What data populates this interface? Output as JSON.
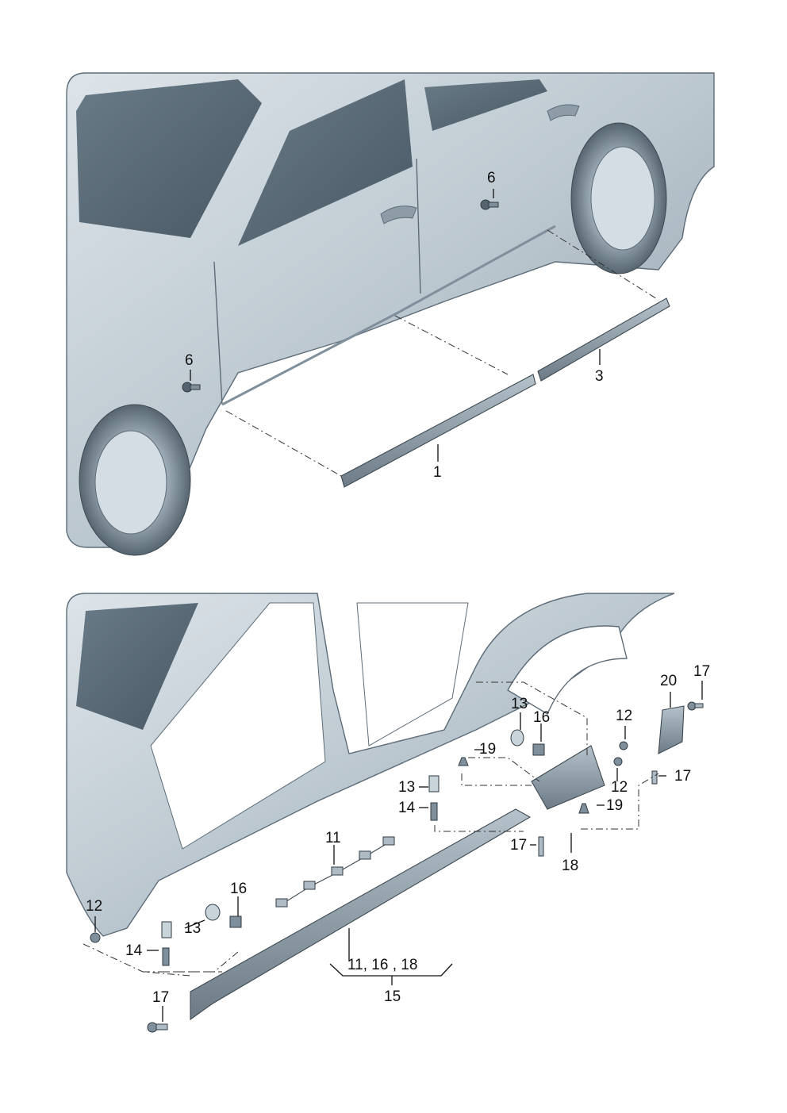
{
  "colors": {
    "background": "#ffffff",
    "body_light": "#c9d3da",
    "body_mid": "#aebbc5",
    "body_dark": "#7f8f9b",
    "glass": "#5e6f7c",
    "trim": "#6f7e89",
    "line": "#111111"
  },
  "callouts": {
    "top": {
      "c6a": "6",
      "c6b": "6",
      "c3": "3",
      "c1": "1"
    },
    "bottom": {
      "c20": "20",
      "c17a": "17",
      "c13a": "13",
      "c16a": "16",
      "c19a": "19",
      "c12a": "12",
      "c12b": "12",
      "c17b": "17",
      "c13b": "13",
      "c14a": "14",
      "c19b": "19",
      "c11": "11",
      "c17c": "17",
      "c18": "18",
      "c16b": "16",
      "c12c": "12",
      "c13c": "13",
      "c14b": "14",
      "c17d": "17",
      "group_label": "11, 16 , 18",
      "group_number": "15"
    }
  }
}
